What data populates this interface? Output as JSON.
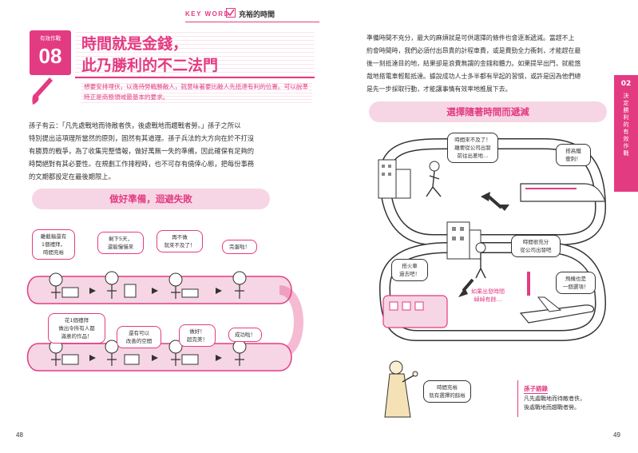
{
  "header": {
    "keyword_label": "KEY WORD",
    "keyword_title": "充裕的時間"
  },
  "left_page": {
    "badge_label": "有效作戰",
    "badge_number": "08",
    "title_line1": "時間就是金錢，",
    "title_line2": "此乃勝利的不二法門",
    "subtitle": "想要安排埋伏，以逸待勞戰勝敵人，就意味著要比敵人先抵達有利的位置。可以說準時正是商務領域最基本的要求。",
    "paragraph": [
      "孫子有云：「凡先處戰地而待敵者佚，後處戰地而趨戰者勞。」孫子之所以",
      "特別提出這項理所當然的原則，固然有其道理。孫子兵法的大方向在於不打沒",
      "有勝算的戰爭，為了收集完整情報，做好萬無一失的準備，因此確保有足夠的",
      "時間絕對有其必要性。在規劃工作排程時，也不可存有僥倖心態，把每份事務",
      "的文期都設定在最後期限上。"
    ],
    "section_title": "做好準備，迴避失敗",
    "row1_bubbles": [
      [
        "離截稿還有",
        "1個禮拜，",
        "時間充裕"
      ],
      [
        "剩下5天，",
        "還能慢慢來"
      ],
      [
        "再不做",
        "就來不及了！"
      ],
      [
        "完蛋啦！"
      ]
    ],
    "row2_bubbles": [
      [
        "花1個禮拜",
        "做出令所有人都",
        "滿意的作品！"
      ],
      [
        "還有可以",
        "改善的空間"
      ],
      [
        "做好！",
        "超完美！"
      ],
      [
        "成功啦！"
      ]
    ],
    "page_number": "48"
  },
  "right_page": {
    "paragraph": [
      "準備時間不充分，最大的麻煩就是可供選擇的條件也會逐漸遞減。當趕不上",
      "約會時間時，我們必須付出昂貴的計程車費，或是費勁全力衝刺，才能趕在最",
      "後一刻抵達目的地，結果卻是浪費無謂的金錢和體力。如果提早出門，就能悠",
      "哉地搭電車輕鬆抵達。據說成功人士多半都有早起的習慣，或許是因為他們總",
      "是先一步採取行動，才能讓事情有效率地推展下去。"
    ],
    "section_title": "選擇隨著時間而遞減",
    "bubbles": {
      "late": [
        "時間來不及了！",
        "離要從公司出發",
        "前往出差地…"
      ],
      "bullet": [
        "搭高鐵",
        "衝刺！"
      ],
      "enough": [
        "時間很充分",
        "從公司出發吧"
      ],
      "train": [
        "搭火車",
        "過去吧！"
      ],
      "plane": [
        "飛機也是",
        "一個選項！"
      ],
      "sage": [
        "時間充裕",
        "就有選擇的餘裕"
      ]
    },
    "red_caption": [
      "如果出發時間",
      "綽綽有餘…"
    ],
    "quote_title": "孫子語錄",
    "quote_lines": [
      "凡先處戰地而待敵者佚，",
      "後處戰地而趨戰者勞。"
    ],
    "side_tab_number": "02",
    "side_tab_text": "決定勝利的有效作戰",
    "page_number": "49"
  },
  "colors": {
    "accent": "#e33b82",
    "accent_light": "#f6d6e4",
    "ink": "#333333"
  }
}
